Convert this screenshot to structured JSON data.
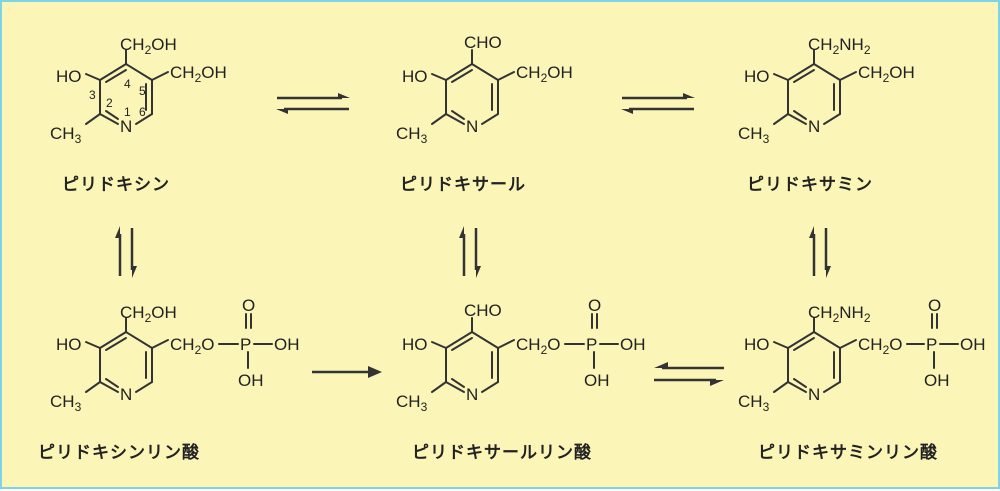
{
  "compounds": {
    "pyridoxine": "ピリドキシン",
    "pyridoxal": "ピリドキサール",
    "pyridoxamine": "ピリドキサミン",
    "pyridoxine_phosphate": "ピリドキシンリン酸",
    "pyridoxal_phosphate": "ピリドキサールリン酸",
    "pyridoxamine_phosphate": "ピリドキサミンリン酸"
  },
  "atoms": {
    "ch2oh": "CH",
    "sub2": "2",
    "oh_suffix": "OH",
    "cho": "CHO",
    "ch2nh2": "CH",
    "nh_suffix": "NH",
    "ho": "HO",
    "ch3": "CH",
    "sub3": "3",
    "n": "N",
    "ch2o": "CH",
    "o_suffix": "O",
    "o": "O",
    "p": "P",
    "oh": "OH"
  },
  "ring_numbers": [
    "2",
    "3",
    "4",
    "5",
    "1",
    "6"
  ],
  "colors": {
    "background": "#fbf6b8",
    "border": "#7fd3e6",
    "ink": "#222222"
  }
}
